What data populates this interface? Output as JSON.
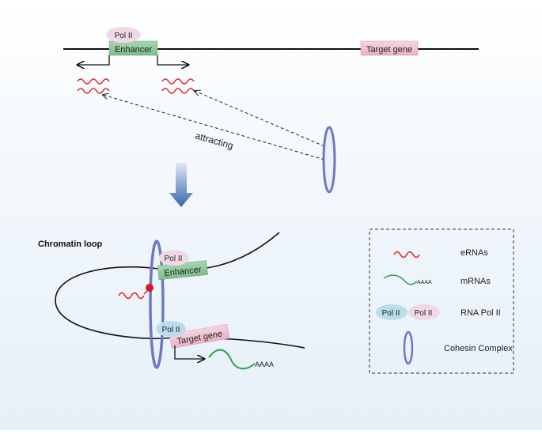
{
  "top": {
    "pol_label": "Pol II",
    "enhancer_label": "Enhancer",
    "target_gene_label": "Target gene",
    "attracting_label": "attracting"
  },
  "bottom": {
    "section_title": "Chromatin loop",
    "pol_enhancer_label": "Pol II",
    "enhancer_label": "Enhancer",
    "pol_target_label": "Pol II",
    "target_gene_label": "Target gene",
    "polya_label": "AAAA"
  },
  "legend": {
    "ernas": "eRNAs",
    "mrnas": "mRNAs",
    "mrna_tail": "AAAA",
    "rna_pol": "RNA Pol II",
    "pol_blue": "Pol II",
    "pol_pink": "Pol II",
    "cohesin": "Cohesin Complex"
  },
  "colors": {
    "enhancer_fill": "#8dc79a",
    "target_fill": "#f2c3d3",
    "pol_pink": "#f1d8e6",
    "pol_blue": "#b9dde9",
    "erna": "#e02020",
    "mrna": "#2ea043",
    "cohesin": "#7077c4",
    "arrow_blue": "#3b63ad"
  }
}
